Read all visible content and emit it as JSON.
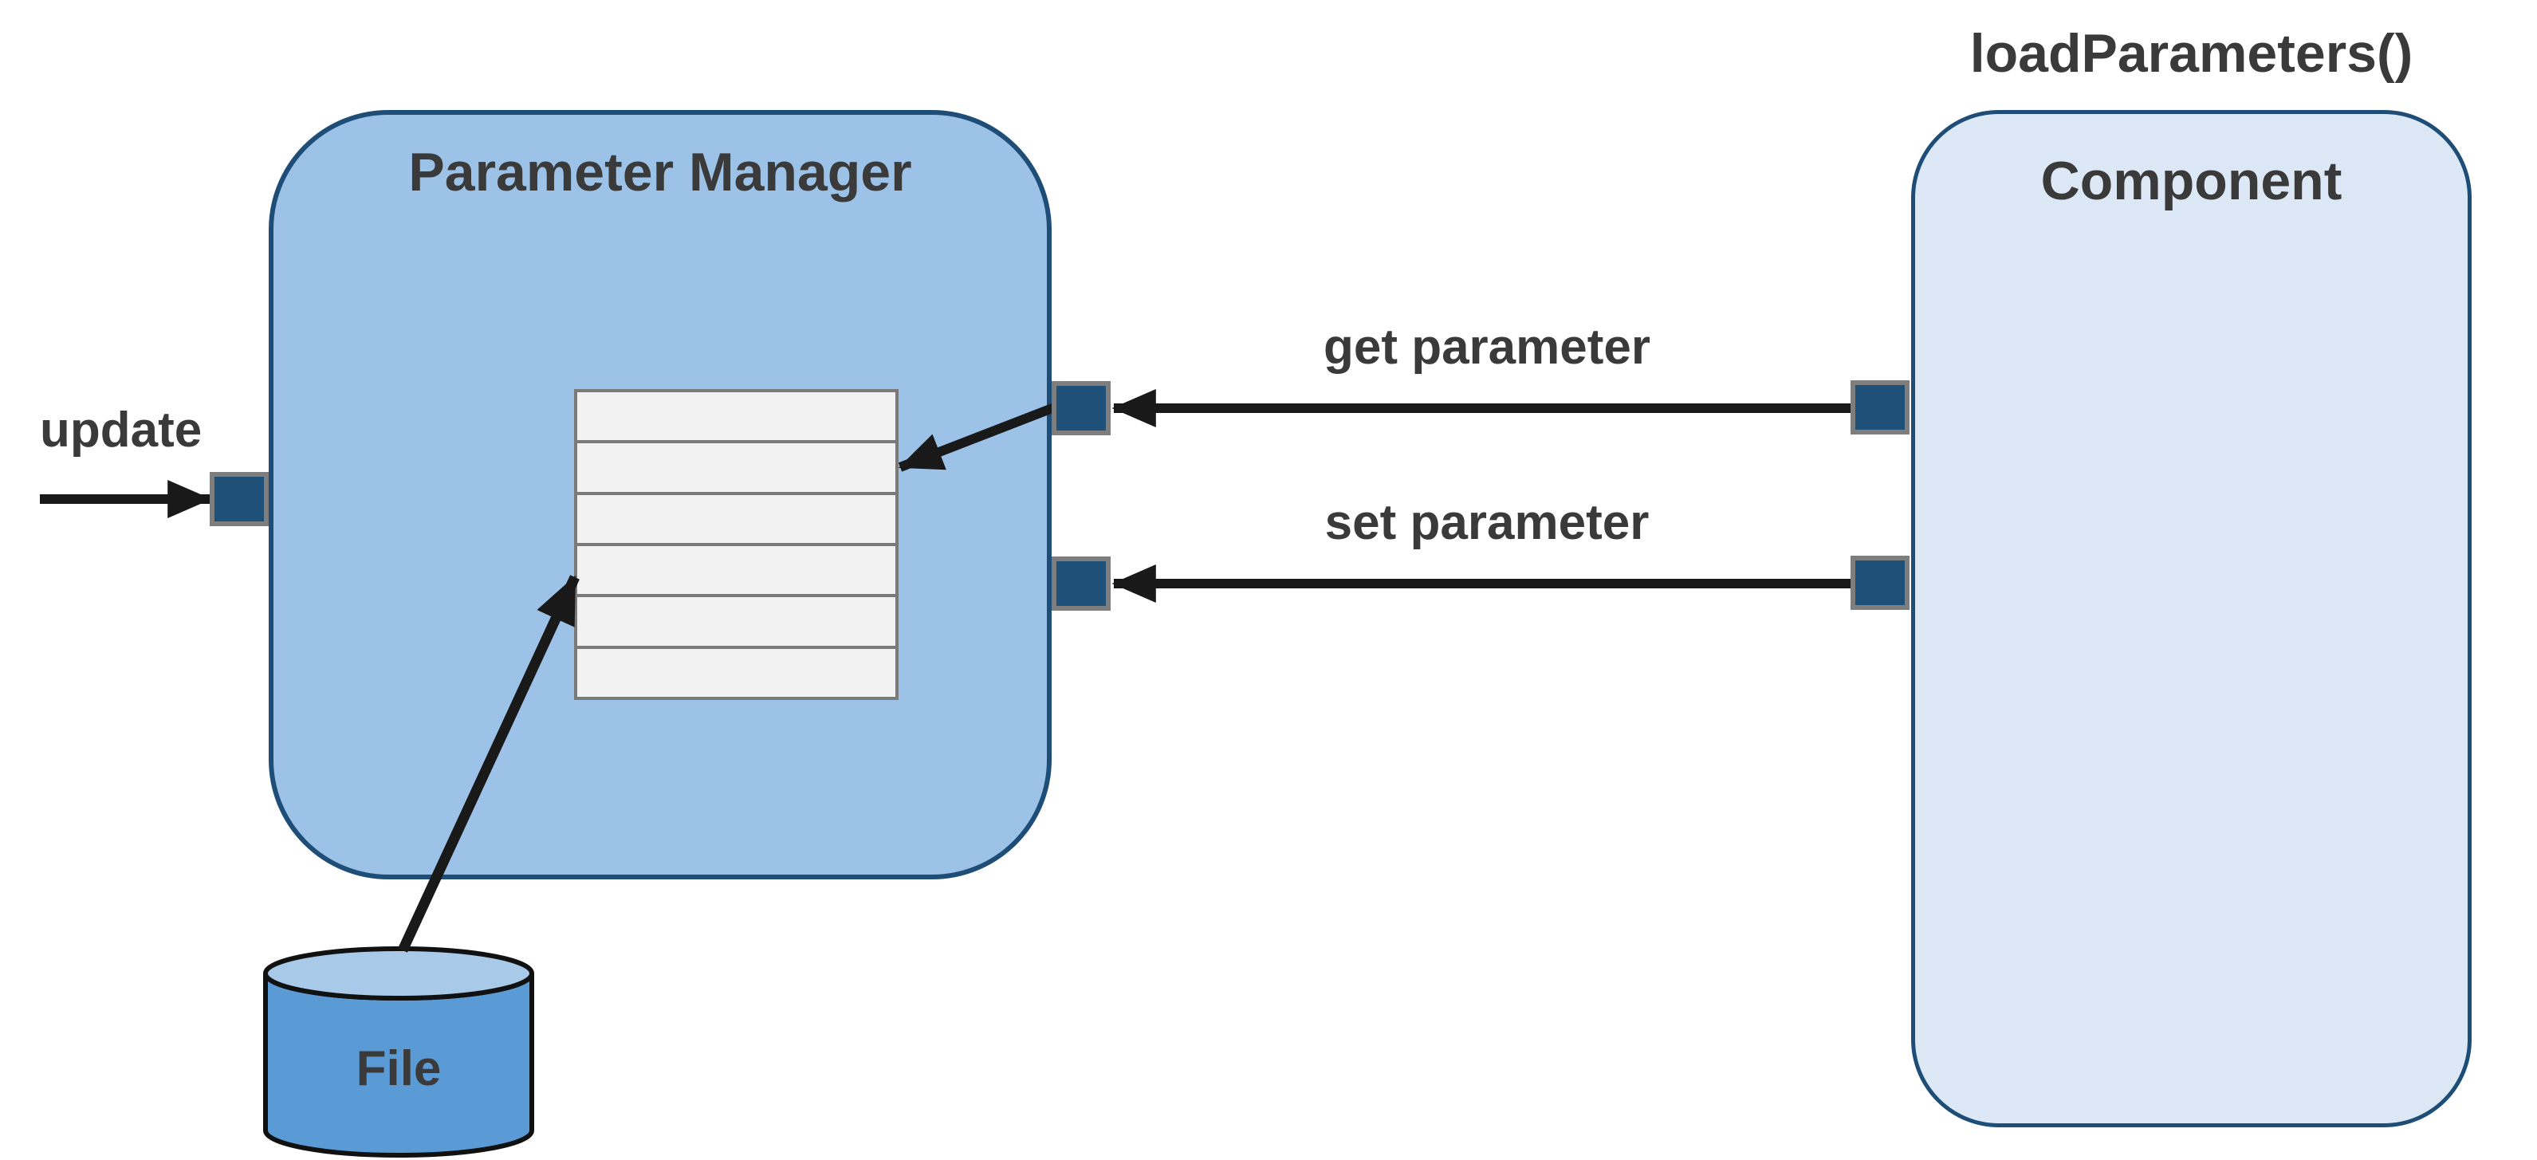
{
  "diagram": {
    "parameter_manager": {
      "label": "Parameter Manager"
    },
    "component": {
      "label": "Component",
      "annotation": "loadParameters()"
    },
    "file_store": {
      "label": "File"
    },
    "edges": {
      "update_label": "update",
      "get_label": "get parameter",
      "set_label": "set parameter"
    },
    "table": {
      "row_count": 6
    },
    "colors": {
      "pm_fill": "#9CC3E7",
      "component_fill": "#DCE8F5",
      "box_border": "#1E4E77",
      "port_fill": "#1F5178",
      "port_border": "#7E7E7E",
      "table_fill": "#F2F2F2",
      "table_border": "#7A7A7A",
      "cylinder_body": "#5B9BD5",
      "cylinder_top": "#A9C9E9",
      "arrow": "#191919",
      "text": "#3A3A3A"
    }
  }
}
